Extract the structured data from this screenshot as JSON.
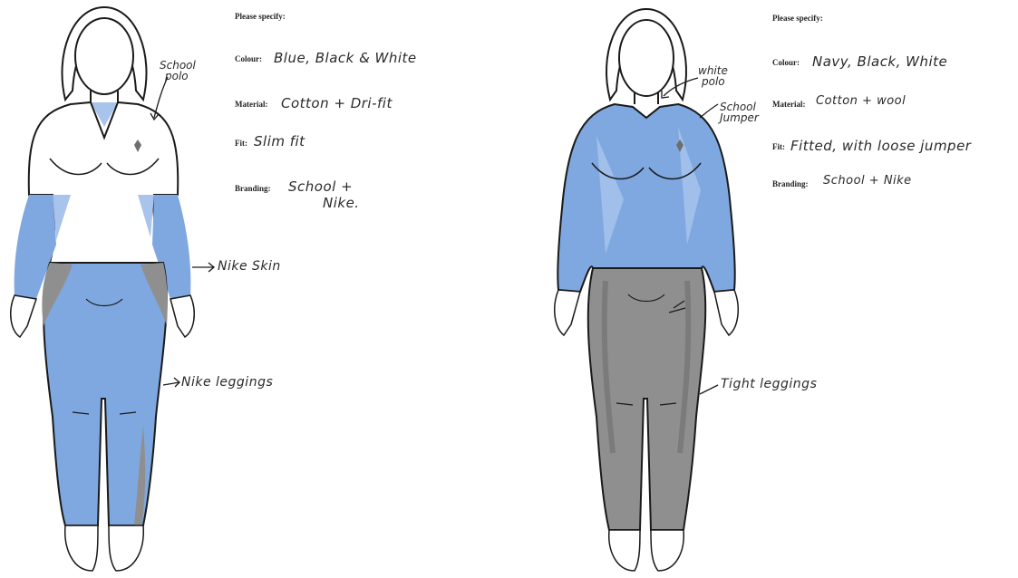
{
  "left": {
    "spec_header": "Please specify:",
    "colour_label": "Colour:",
    "colour_value": "Blue, Black & White",
    "material_label": "Material:",
    "material_value": "Cotton + Dri-fit",
    "fit_label": "Fit:",
    "fit_value": "Slim fit",
    "branding_label": "Branding:",
    "branding_value_line1": "School +",
    "branding_value_line2": "Nike.",
    "note_polo_line1": "School",
    "note_polo_line2": "polo",
    "note_skin": "Nike Skin",
    "note_leggings": "Nike leggings"
  },
  "right": {
    "spec_header": "Please specify:",
    "colour_label": "Colour:",
    "colour_value": "Navy, Black, White",
    "material_label": "Material:",
    "material_value": "Cotton + wool",
    "fit_label": "Fit:",
    "fit_value": "Fitted, with loose jumper",
    "branding_label": "Branding:",
    "branding_value": "School + Nike",
    "note_polo_line1": "white",
    "note_polo_line2": "polo",
    "note_jumper_line1": "School",
    "note_jumper_line2": "Jumper",
    "note_leggings": "Tight leggings"
  },
  "colors": {
    "outline": "#1a1a1a",
    "blue": "#7fa8e0",
    "light_blue": "#a9c4ec",
    "grey": "#8f8f8f",
    "dark_grey": "#6e6e6e"
  }
}
